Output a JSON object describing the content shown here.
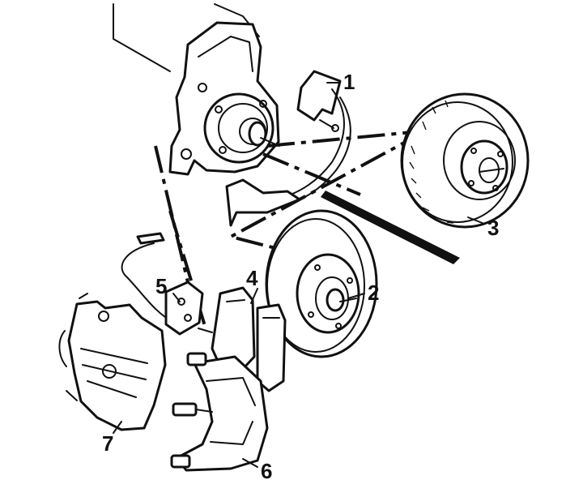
{
  "diagram": {
    "callouts": [
      {
        "id": "1",
        "text": "1"
      },
      {
        "id": "2",
        "text": "2"
      },
      {
        "id": "3",
        "text": "3"
      },
      {
        "id": "4",
        "text": "4"
      },
      {
        "id": "5",
        "text": "5"
      },
      {
        "id": "6",
        "text": "6"
      },
      {
        "id": "7",
        "text": "7"
      }
    ],
    "parts": [
      {
        "id": "1",
        "icon": "splash-shield-icon"
      },
      {
        "id": "2",
        "icon": "brake-disc-icon"
      },
      {
        "id": "3",
        "icon": "ventilated-disc-icon"
      },
      {
        "id": "4",
        "icon": "brake-pads-icon"
      },
      {
        "id": "5",
        "icon": "wear-sensor-icon"
      },
      {
        "id": "6",
        "icon": "caliper-bracket-icon"
      },
      {
        "id": "7",
        "icon": "caliper-housing-icon"
      }
    ]
  }
}
